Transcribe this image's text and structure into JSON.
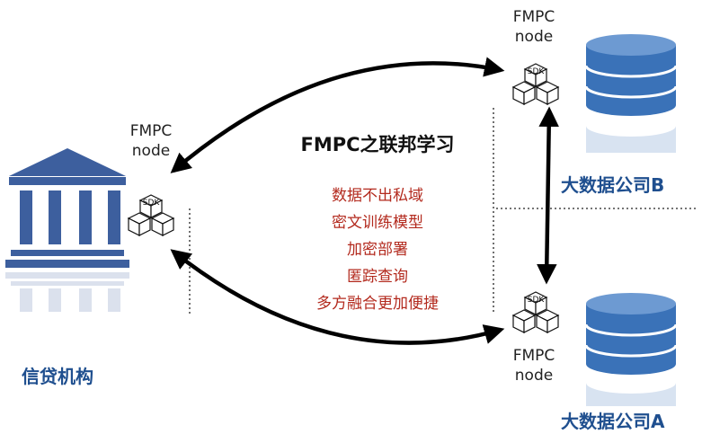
{
  "colors": {
    "entity_text": "#1f4f8f",
    "feature_text": "#b32a1e",
    "bank_blue": "#3d5f9e",
    "db_blue": "#3a72b8",
    "arrow": "#000000"
  },
  "icons": {
    "bank": "bank-building-icon",
    "node": "sdk-cube-cluster-icon",
    "database": "database-stack-icon"
  },
  "center": {
    "title": "FMPC之联邦学习",
    "features": [
      "数据不出私域",
      "密文训练模型",
      "加密部署",
      "匿踪查询",
      "多方融合更加便捷"
    ]
  },
  "left_node": {
    "line1": "FMPC",
    "line2": "node",
    "sdk": "SDK"
  },
  "top_node": {
    "line1": "FMPC",
    "line2": "node",
    "sdk": "SDK"
  },
  "bottom_node": {
    "line1": "FMPC",
    "line2": "node",
    "sdk": "SDK"
  },
  "bank_label": "信贷机构",
  "company_b_label": "大数据公司B",
  "company_a_label": "大数据公司A"
}
